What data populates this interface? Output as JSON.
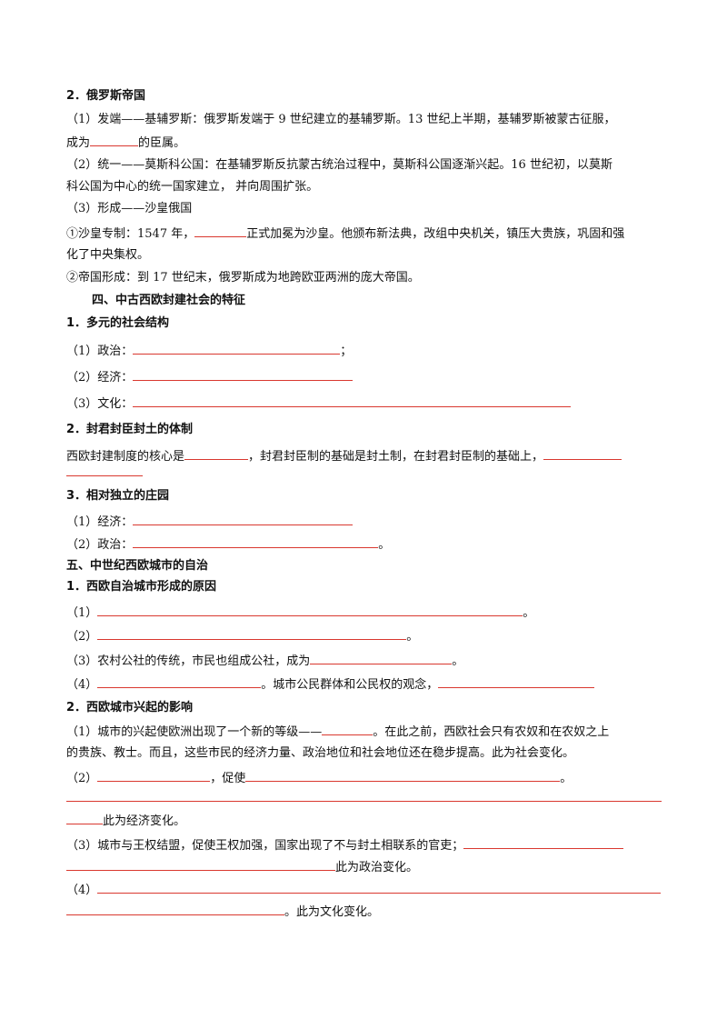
{
  "s2": {
    "title": "2．俄罗斯帝国",
    "p1a": "（1）发端——基辅罗斯：俄罗斯发端于 9 世纪建立的基辅罗斯。13 世纪上半期，基辅罗斯被蒙古征服，",
    "p1b_pre": "成为",
    "p1b_post": "的臣属。",
    "p2a": "（2）统一——莫斯科公国：在基辅罗斯反抗蒙古统治过程中，莫斯科公国逐渐兴起。16 世纪初，以莫斯",
    "p2b": "科公国为中心的统一国家建立，  并向周围扩张。",
    "p3": "（3）形成——沙皇俄国",
    "p4a_pre": "①沙皇专制：1547 年，",
    "p4a_post": "正式加冕为沙皇。他颁布新法典，改组中央机关，镇压大贵族，巩固和强",
    "p4b": "化了中央集权。",
    "p5": "②帝国形成：到 17 世纪末，俄罗斯成为地跨欧亚两洲的庞大帝国。"
  },
  "s4": {
    "title": "四、中古西欧封建社会的特征",
    "h1": "1．多元的社会结构",
    "l1": "（1）政治：",
    "l1_end": "；",
    "l2": "（2）经济：",
    "l3": "（3）文化：",
    "h2": "2．封君封臣封土的体制",
    "p_a": "西欧封建制度的核心是",
    "p_b": "，封君封臣制的基础是封土制，在封君封臣制的基础上，",
    "h3": "3．相对独立的庄园",
    "m1": "（1）经济：",
    "m2": "（2）政治：",
    "m2_end": "。"
  },
  "s5": {
    "title": "五、中世纪西欧城市的自治",
    "h1": "1．西欧自治城市形成的原因",
    "r1": "（1）",
    "r2": "（2）",
    "r3_pre": "（3）农村公社的传统，市民也组成公社，成为",
    "r4": "（4）",
    "r4_mid": "。城市公民群体和公民权的观念，",
    "dot": "。",
    "h2": "2．西欧城市兴起的影响",
    "i1a_pre": "（1）城市的兴起使欧洲出现了一个新的等级——",
    "i1a_post": "。在此之前，西欧社会只有农奴和在农奴之上",
    "i1b": "的贵族、教士。而且，这些市民的经济力量、政治地位和社会地位还在稳步提高。此为社会变化。",
    "i2_pre": "（2）",
    "i2_mid": "，促使",
    "i2_end": "。",
    "i2b_post": "此为经济变化。",
    "i3a": "（3）城市与王权结盟，促使王权加强，国家出现了不与封土相联系的官吏；",
    "i3b_post": "此为政治变化。",
    "i4": "（4）",
    "i4b_post": "。此为文化变化。"
  }
}
